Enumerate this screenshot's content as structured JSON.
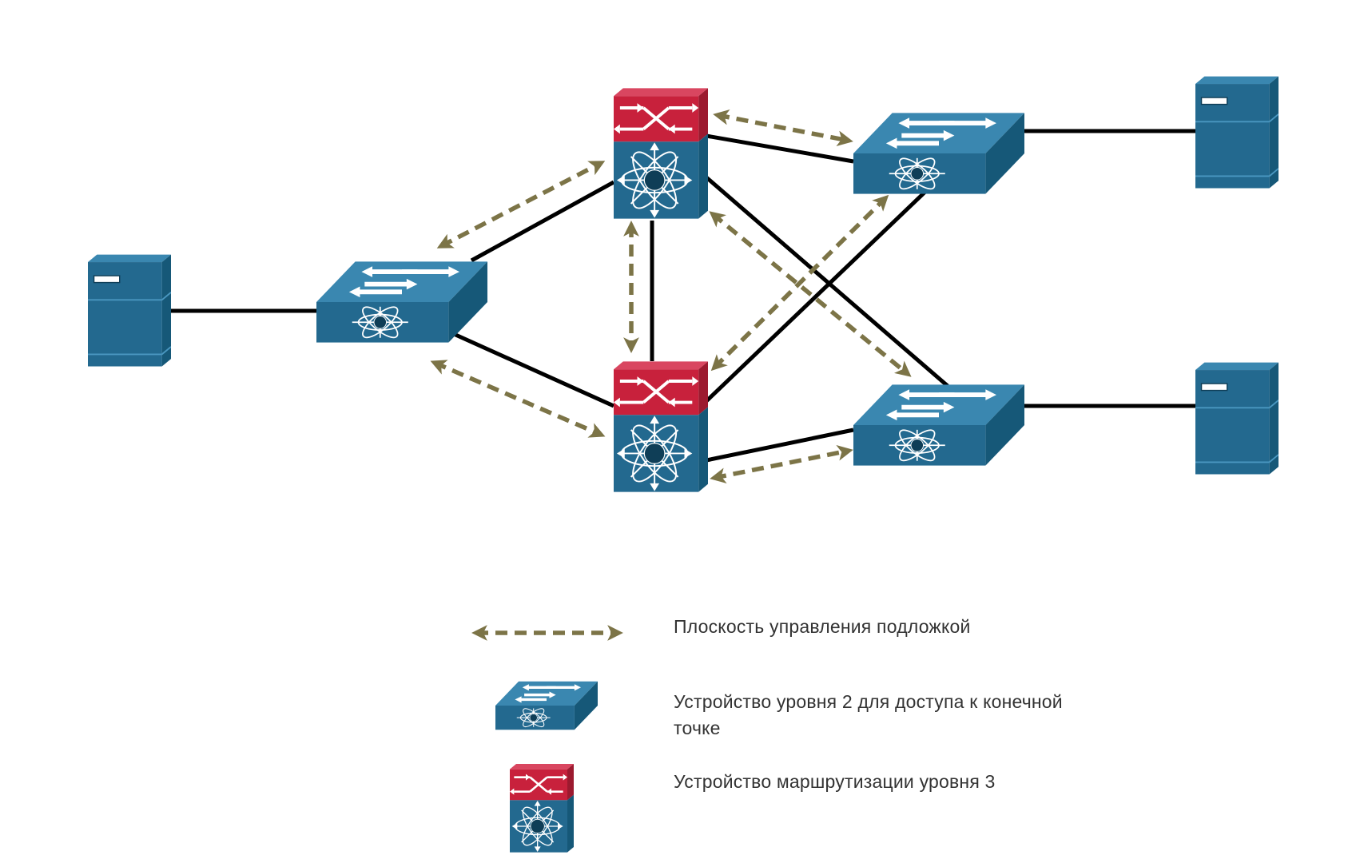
{
  "colors": {
    "link": "#000000",
    "underlay_arrow": "#7c7447",
    "device_blue_front": "#23698f",
    "device_blue_top": "#3a87b0",
    "device_blue_side": "#165878",
    "router_red": "#c8213c",
    "text": "#333333"
  },
  "icons": {
    "server": "server-icon",
    "l2_switch": "layer2-switch-icon",
    "l3_device": "layer3-multilayer-switch-icon",
    "underlay_arrow": "dashed-double-arrow-icon"
  },
  "legend": {
    "underlay_label": "Плоскость управления подложкой",
    "l2_label": "Устройство уровня 2 для доступа к конечной точке",
    "l3_label": "Устройство маршрутизации уровня 3"
  }
}
